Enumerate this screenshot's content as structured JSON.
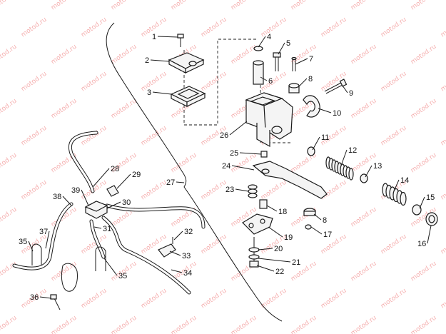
{
  "diagram": {
    "callouts": [
      "1",
      "2",
      "3",
      "4",
      "5",
      "6",
      "7",
      "8",
      "9",
      "10",
      "11",
      "12",
      "13",
      "14",
      "15",
      "16",
      "17",
      "18",
      "19",
      "20",
      "21",
      "22",
      "23",
      "24",
      "25",
      "26",
      "27",
      "28",
      "29",
      "30",
      "31",
      "32",
      "33",
      "34",
      "35",
      "36",
      "37",
      "38",
      "39",
      "8",
      "35"
    ],
    "watermark": "motod.ru"
  },
  "colors": {
    "line": "#1a1a1a",
    "watermark": "#ed6e6e",
    "background": "#ffffff"
  }
}
